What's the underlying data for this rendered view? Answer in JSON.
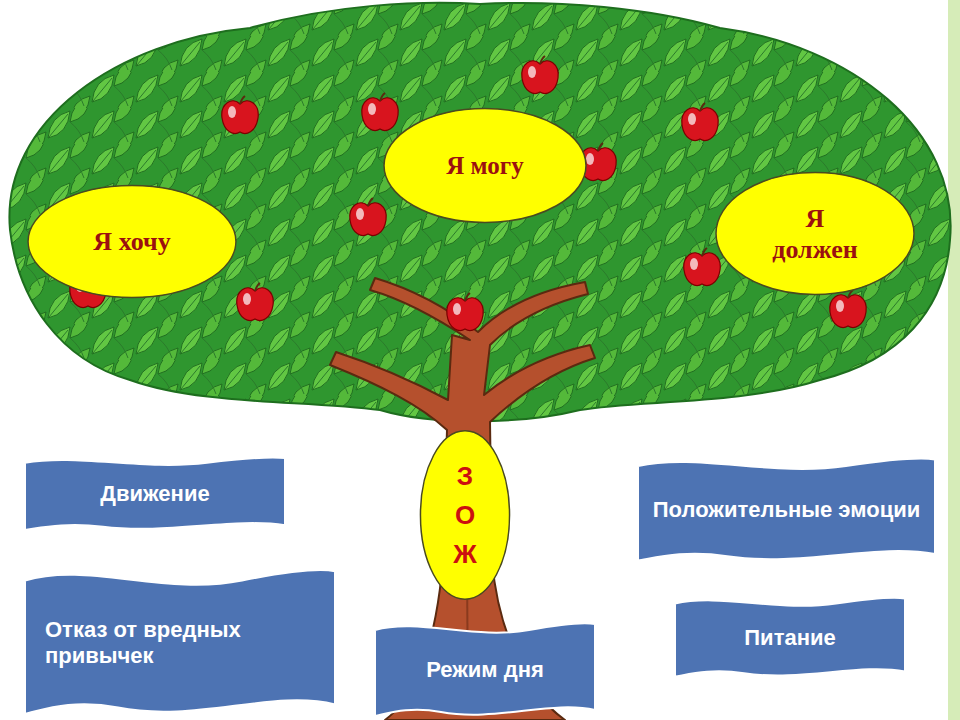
{
  "diagram": {
    "nodes": [
      {
        "text": [
          "Я могу"
        ]
      },
      {
        "text": [
          "Я хочу"
        ]
      },
      {
        "text": [
          "Я должен"
        ]
      },
      {
        "text": [
          "ЗОЖ"
        ]
      },
      {
        "text": [
          "Движение"
        ]
      },
      {
        "text": [
          "Положительные эмоции"
        ]
      },
      {
        "text": [
          "Отказ от вредных привычек"
        ]
      },
      {
        "text": [
          "Режим дня"
        ]
      },
      {
        "text": [
          "Питание"
        ]
      }
    ]
  }
}
